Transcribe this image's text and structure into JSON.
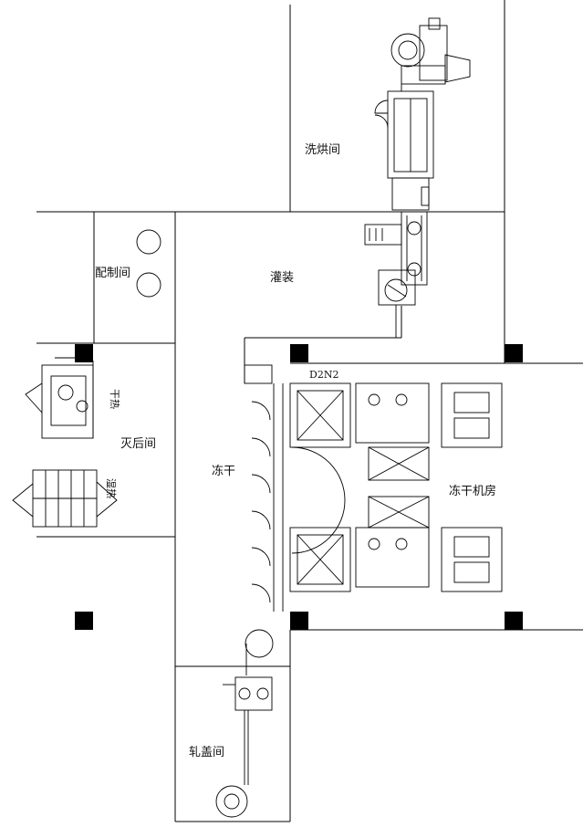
{
  "rooms": {
    "washing_drying": "洗烘间",
    "filling": "灌装",
    "preparation": "配制间",
    "sterilization": "灭后间",
    "freeze_dry": "冻干",
    "freeze_dry_machine_room": "冻干机房",
    "capping": "轧盖间"
  },
  "equipment_labels": {
    "dry_heat": "干热",
    "moist_heat": "湿热",
    "d2n2": "D2N2"
  }
}
